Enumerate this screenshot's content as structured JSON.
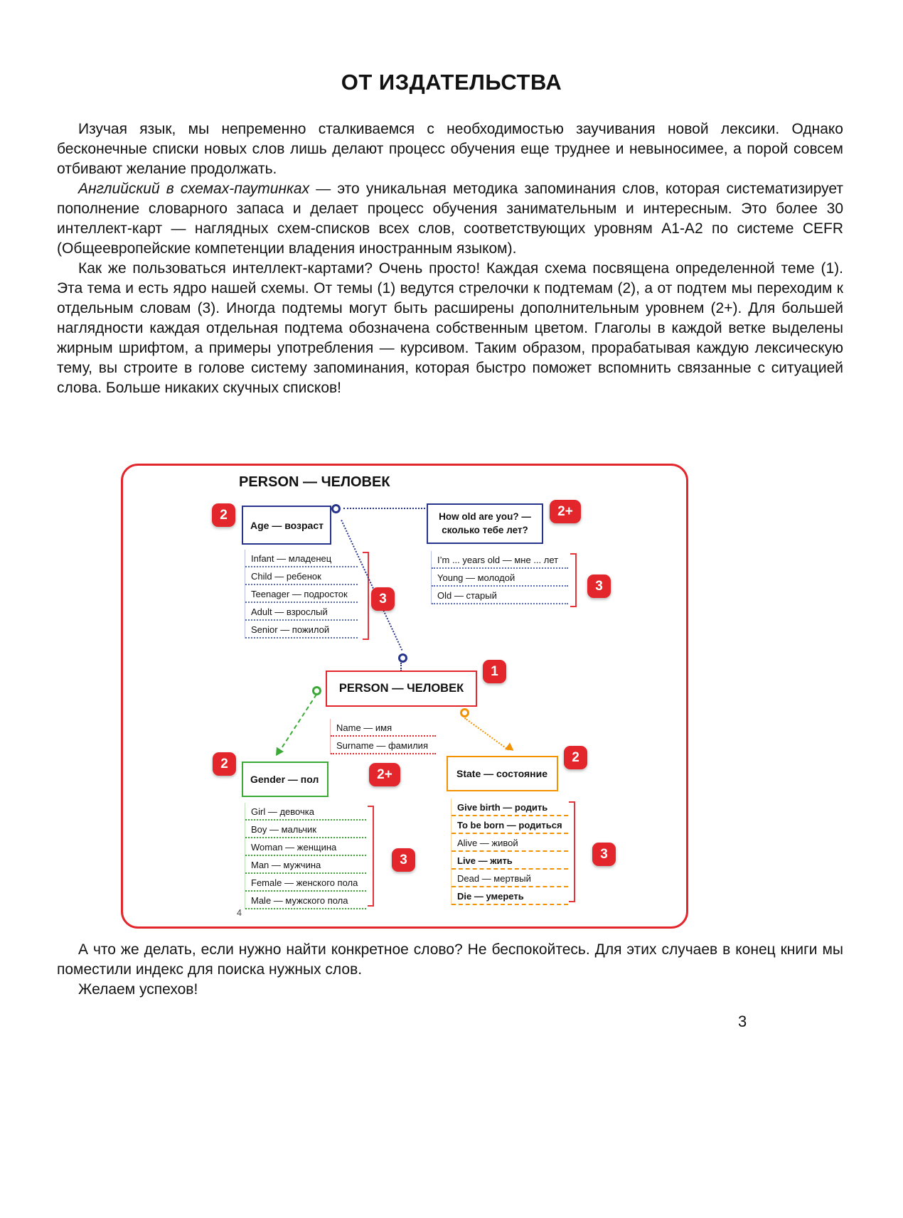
{
  "title": "ОТ ИЗДАТЕЛЬСТВА",
  "page_number": "3",
  "paragraphs": {
    "p1": "Изучая язык, мы непременно сталкиваемся с необходимостью заучивания новой лексики. Однако бесконечные списки новых слов лишь делают процесс обучения еще труднее и невыносимее, а порой совсем отбивают желание продолжать.",
    "p2_italic": "Английский в схемах-паутинках",
    "p2_rest": " — это уникальная методика запоминания слов, которая систематизирует пополнение словарного запаса и делает процесс обучения занимательным и интересным. Это более 30 интеллект-карт — наглядных схем-списков всех слов, соответствующих уровням A1-A2 по системе CEFR (Общеевропейские компетенции владения иностранным языком).",
    "p3": "Как же пользоваться интеллект-картами? Очень просто! Каждая схема посвящена определенной теме (1). Эта тема и есть ядро нашей схемы. От темы (1) ведутся стрелочки к подтемам (2), а от подтем мы переходим к отдельным словам (3). Иногда подтемы могут быть расширены дополнительным уровнем (2+). Для большей наглядности каждая отдельная подтема обозначена собственным цветом. Глаголы в каждой ветке выделены жирным шрифтом, а примеры употребления — курсивом. Таким образом, прорабатывая каждую лексическую тему, вы строите в голове систему запоминания, которая быстро поможет вспомнить связанные с ситуацией слова. Больше никаких скучных списков!",
    "p4": "А что же делать, если нужно найти конкретное слово? Не беспокойтесь. Для этих случаев в конец книги мы поместили индекс для поиска нужных слов.",
    "p5": "Желаем успехов!"
  },
  "diagram": {
    "title": "PERSON — ЧЕЛОВЕК",
    "page_number": "4",
    "badges": {
      "one": "1",
      "two": "2",
      "two_plus": "2+",
      "three": "3"
    },
    "nodes": {
      "age": "Age — возраст",
      "how_old_line1": "How old are you? —",
      "how_old_line2": "сколько тебе лет?",
      "person": "PERSON — ЧЕЛОВЕК",
      "gender": "Gender — пол",
      "state": "State — состояние"
    },
    "age_items": [
      "Infant — младенец",
      "Child — ребенок",
      "Teenager — подросток",
      "Adult — взрослый",
      "Senior — пожилой"
    ],
    "how_old_items": [
      "I’m ... years old — мне ... лет",
      "Young — молодой",
      "Old — старый"
    ],
    "name_items": [
      "Name — имя",
      "Surname — фамилия"
    ],
    "gender_items": [
      "Girl — девочка",
      "Boy — мальчик",
      "Woman — женщина",
      "Man — мужчина",
      "Female — женского пола",
      "Male — мужского пола"
    ],
    "state_items": [
      "Give birth — родить",
      "To be born — родиться",
      "Alive — живой",
      "Live — жить",
      "Dead — мертвый",
      "Die — умереть"
    ],
    "colors": {
      "red": "#e3262b",
      "blue": "#27348b",
      "green": "#3aaa35",
      "orange": "#f39200"
    }
  }
}
